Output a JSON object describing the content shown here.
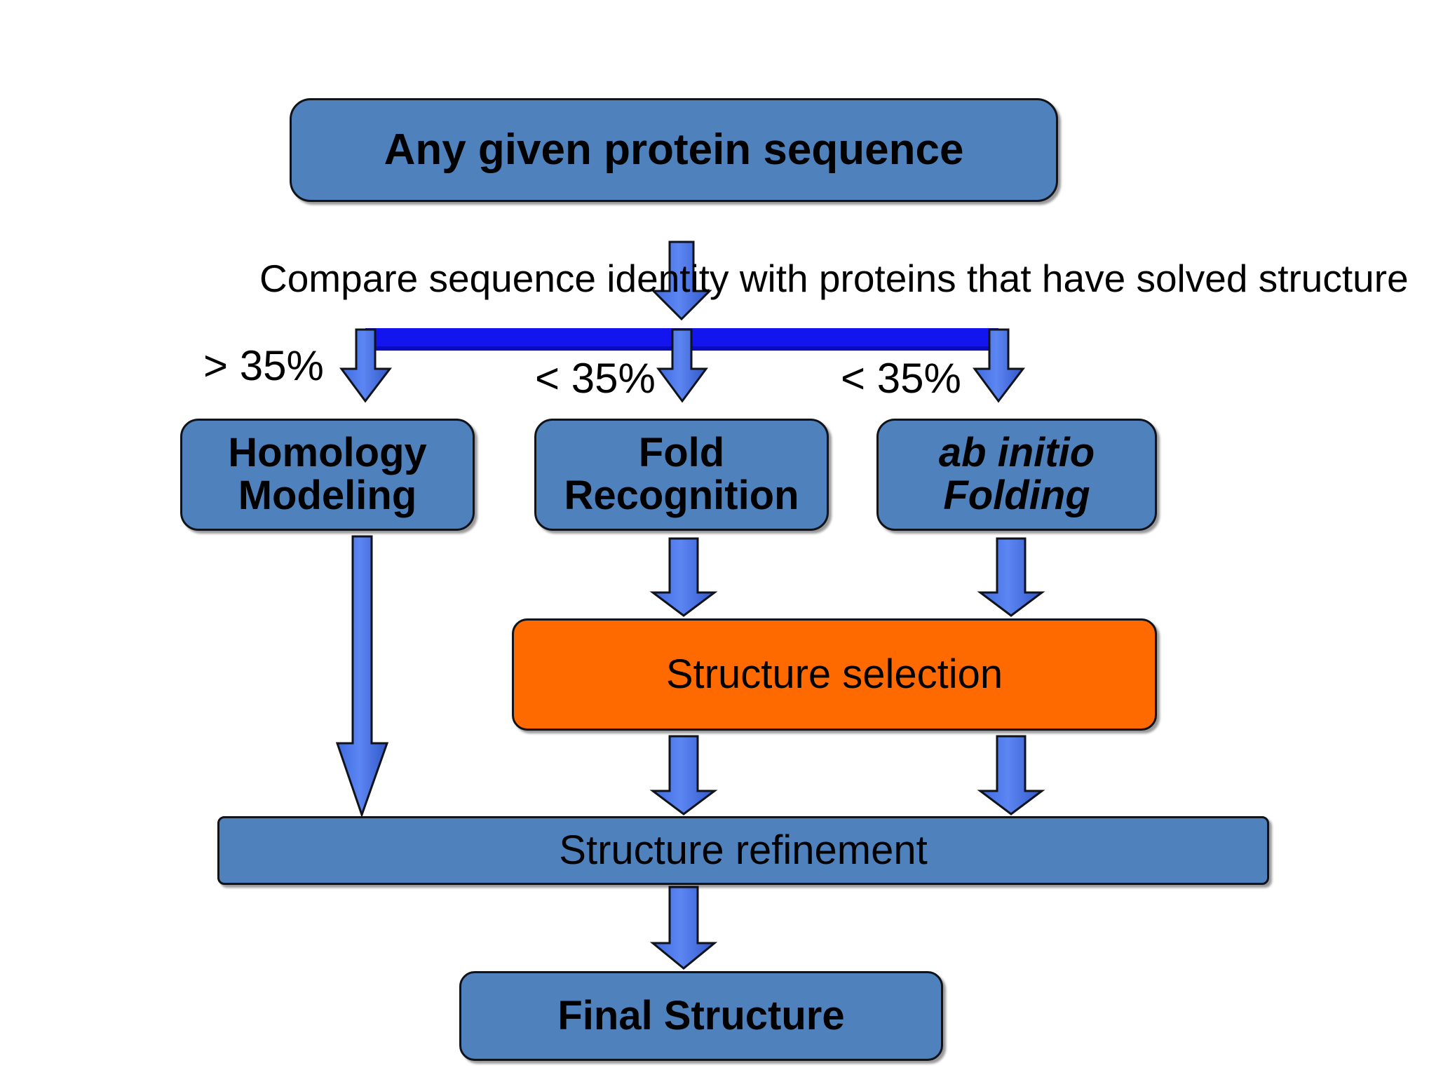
{
  "diagram": {
    "title": "Protein structure prediction workflow",
    "background_color": "#FFFFFF",
    "palette": {
      "node_blue": "#4F81BD",
      "node_orange": "#FF6A00",
      "arrow_blue": "#4472E8",
      "connector_blue": "#1414EE",
      "outline": "#11131A",
      "text": "#000000"
    },
    "nodes": [
      {
        "id": "top",
        "label": "Any given protein sequence",
        "color": "#4F81BD",
        "shape": "rounded-rect"
      },
      {
        "id": "homology",
        "label": "Homology\nModeling",
        "line1": "Homology",
        "line2": "Modeling",
        "color": "#4F81BD",
        "shape": "rounded-rect"
      },
      {
        "id": "fold",
        "label": "Fold\nRecognition",
        "line1": "Fold",
        "line2": "Recognition",
        "color": "#4F81BD",
        "shape": "rounded-rect"
      },
      {
        "id": "abinitio",
        "label": "ab initio\nFolding",
        "line1": "ab initio",
        "line2": "Folding",
        "color": "#4F81BD",
        "shape": "rounded-rect",
        "style": "italic"
      },
      {
        "id": "selection",
        "label": "Structure selection",
        "color": "#FF6A00",
        "shape": "rounded-rect"
      },
      {
        "id": "refinement",
        "label": "Structure refinement",
        "color": "#4F81BD",
        "shape": "rounded-rect"
      },
      {
        "id": "final",
        "label": "Final Structure",
        "color": "#4F81BD",
        "shape": "rounded-rect"
      }
    ],
    "annotations": {
      "compare": "Compare sequence identity with  proteins that have solved structure",
      "branch_labels": [
        {
          "id": "branch-high",
          "text": "> 35%"
        },
        {
          "id": "branch-mid",
          "text": "< 35%"
        },
        {
          "id": "branch-low",
          "text": "< 35%"
        }
      ]
    },
    "edges": [
      {
        "from": "top",
        "to": "split-bar",
        "type": "arrow-down"
      },
      {
        "from": "split-bar",
        "to": "homology",
        "type": "arrow-down",
        "label": "> 35%"
      },
      {
        "from": "split-bar",
        "to": "fold",
        "type": "arrow-down",
        "label": "< 35%"
      },
      {
        "from": "split-bar",
        "to": "abinitio",
        "type": "arrow-down",
        "label": "< 35%"
      },
      {
        "from": "homology",
        "to": "refinement",
        "type": "arrow-down-long"
      },
      {
        "from": "fold",
        "to": "selection",
        "type": "arrow-down"
      },
      {
        "from": "abinitio",
        "to": "selection",
        "type": "arrow-down"
      },
      {
        "from": "selection",
        "to": "refinement",
        "type": "arrow-down",
        "instance": "left"
      },
      {
        "from": "selection",
        "to": "refinement",
        "type": "arrow-down",
        "instance": "right"
      },
      {
        "from": "refinement",
        "to": "final",
        "type": "arrow-down"
      }
    ]
  }
}
